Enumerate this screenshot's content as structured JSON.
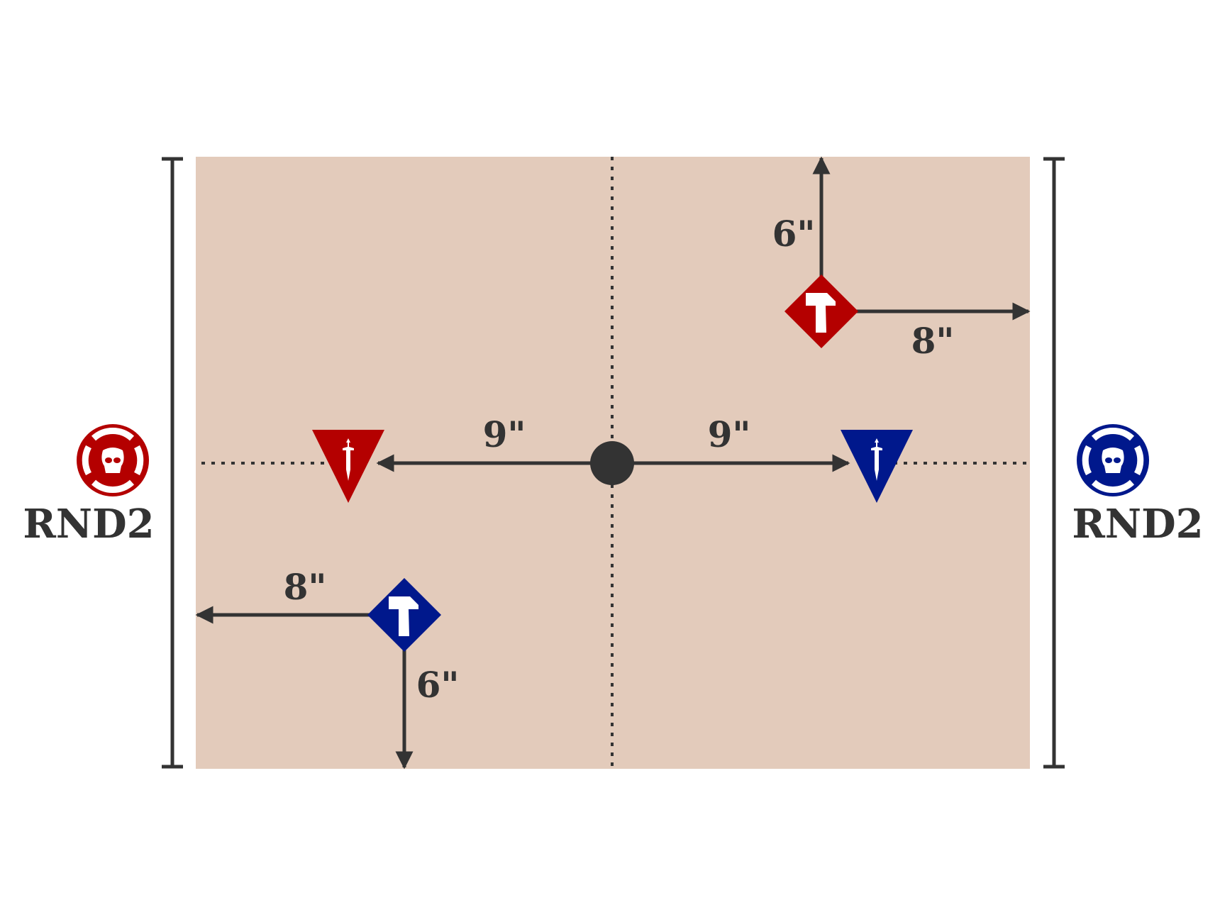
{
  "colors": {
    "board": "#e3cbbb",
    "red": "#b40000",
    "blue": "#00188c",
    "ink": "#333333"
  },
  "players": {
    "red": {
      "label": "RND2",
      "icon": "skull-icon"
    },
    "blue": {
      "label": "RND2",
      "icon": "skull-icon"
    }
  },
  "measurements": {
    "center_to_red_objective": "9\"",
    "center_to_blue_objective": "9\"",
    "red_hammer_vertical": "6\"",
    "red_hammer_horizontal": "8\"",
    "blue_hammer_horizontal": "8\"",
    "blue_hammer_vertical": "6\""
  }
}
